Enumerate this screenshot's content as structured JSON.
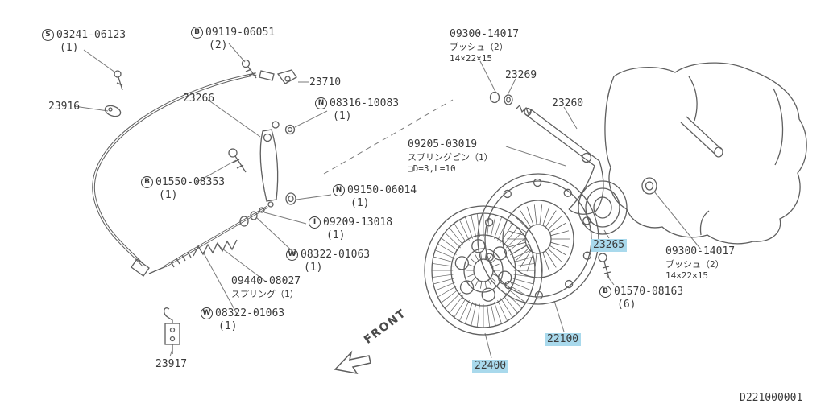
{
  "colors": {
    "highlight": "#a9d9ec",
    "line": "#5f5f5f",
    "text": "#3a3a3a"
  },
  "diagram_id": "D221000001",
  "front_label": "FRONT",
  "labels": {
    "p03241": {
      "prefix": "S",
      "number": "03241-06123",
      "qty": "(1)"
    },
    "p09119": {
      "prefix": "B",
      "number": "09119-06051",
      "qty": "(2)"
    },
    "p23916": {
      "number": "23916"
    },
    "p23266": {
      "number": "23266"
    },
    "p23710": {
      "number": "23710"
    },
    "p08316": {
      "prefix": "N",
      "number": "08316-10083",
      "qty": "(1)"
    },
    "p09300a": {
      "number": "09300-14017",
      "sub1": "ブッシュ（2）",
      "sub2": "14×22×15"
    },
    "p23269": {
      "number": "23269"
    },
    "p23260": {
      "number": "23260"
    },
    "p09205": {
      "number": "09205-03019",
      "sub1": "スプリングピン（1）",
      "sub2": "□D=3,L=10"
    },
    "p01550": {
      "prefix": "B",
      "number": "01550-08353",
      "qty": "(1)"
    },
    "p09150": {
      "prefix": "N",
      "number": "09150-06014",
      "qty": "(1)"
    },
    "p09209": {
      "prefix": "I",
      "number": "09209-13018",
      "qty": "(1)"
    },
    "p08322a": {
      "prefix": "W",
      "number": "08322-01063",
      "qty": "(1)"
    },
    "p09440": {
      "number": "09440-08027",
      "sub1": "スプリング（1）"
    },
    "p08322b": {
      "prefix": "W",
      "number": "08322-01063",
      "qty": "(1)"
    },
    "p23917": {
      "number": "23917"
    },
    "p23265": {
      "number": "23265"
    },
    "p01570": {
      "prefix": "B",
      "number": "01570-08163",
      "qty": "(6)"
    },
    "p09300b": {
      "number": "09300-14017",
      "sub1": "ブッシュ（2）",
      "sub2": "14×22×15"
    },
    "p22100": {
      "number": "22100"
    },
    "p22400": {
      "number": "22400"
    }
  }
}
